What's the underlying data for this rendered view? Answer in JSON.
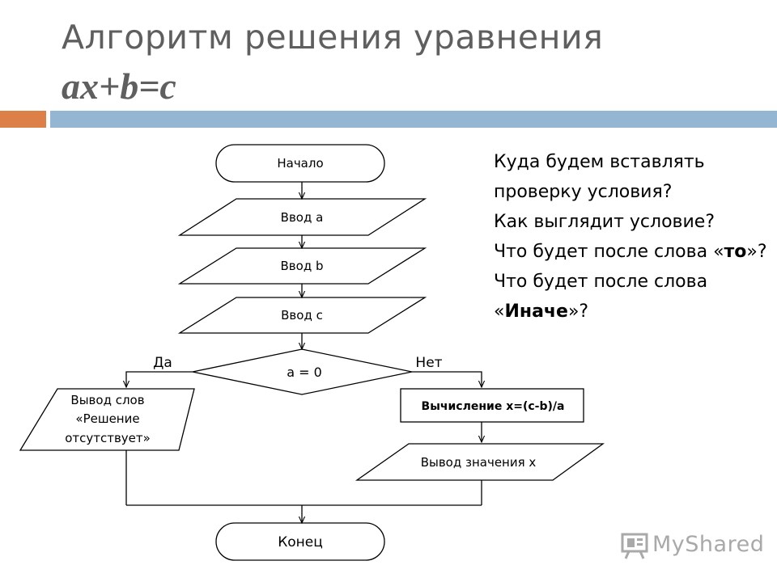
{
  "title": {
    "line1": "Алгоритм решения уравнения",
    "line2": "ax+b=c"
  },
  "flowchart": {
    "start": "Начало",
    "input_a": "Ввод a",
    "input_b": "Ввод b",
    "input_c": "Ввод c",
    "condition": "a = 0",
    "yes_label": "Да",
    "no_label": "Нет",
    "output_none": [
      "Вывод слов",
      "«Решение",
      "отсутствует»"
    ],
    "compute": "Вычисление x=(c-b)/a",
    "output_x": "Вывод значения x",
    "end": "Конец"
  },
  "questions": {
    "q1": "Куда будем вставлять проверку условия?",
    "q2": "Как выглядит условие?",
    "q3_prefix": "Что будет после слова «",
    "q3_word": "то",
    "q3_suffix": "»?",
    "q4_prefix": "Что будет после слова «",
    "q4_word": "Иначе",
    "q4_suffix": "»?"
  },
  "logo": {
    "text": "MyShared",
    "icon": "board-icon",
    "color": "#a9a9a9"
  },
  "colors": {
    "accent_orange": "#dd8047",
    "accent_blue": "#94b6d2",
    "title_gray": "#5f5f5f"
  }
}
